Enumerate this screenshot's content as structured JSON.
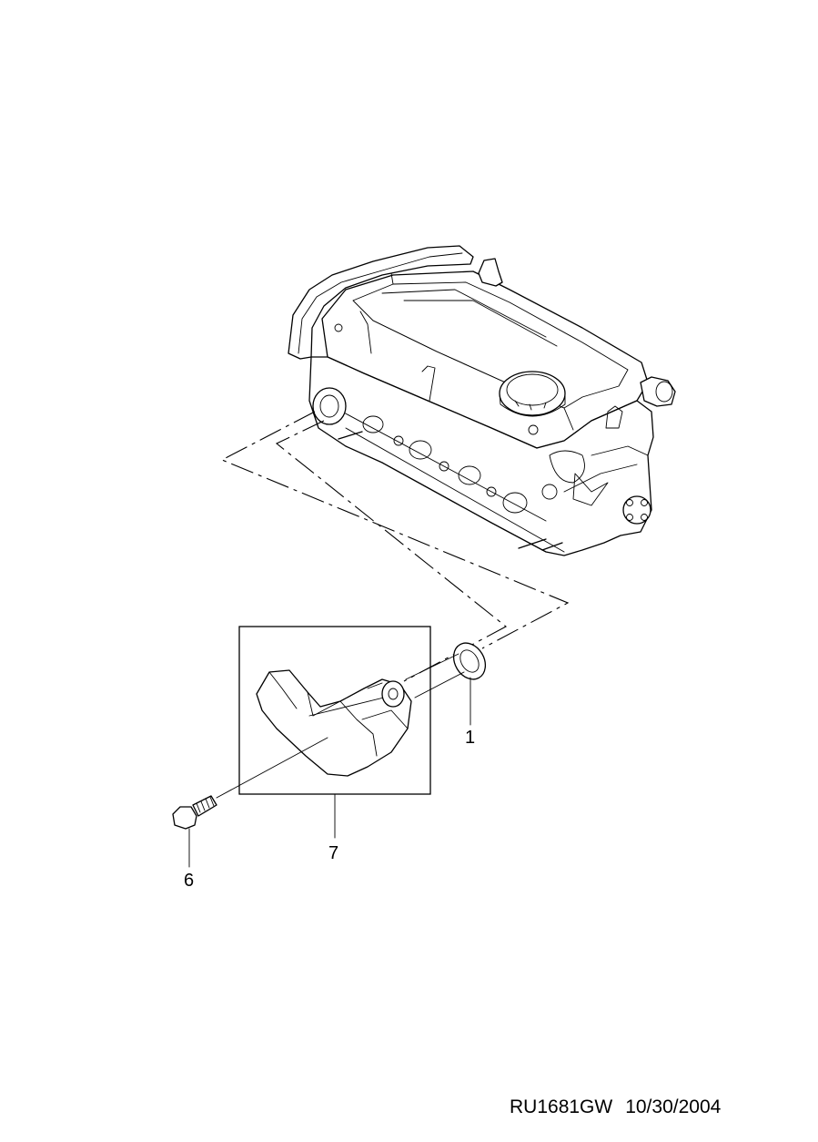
{
  "callouts": [
    {
      "id": "seal",
      "number": "1"
    },
    {
      "id": "bolt",
      "number": "6"
    },
    {
      "id": "housing",
      "number": "7"
    }
  ],
  "footer": {
    "drawing_code": "RU1681GW",
    "date": "10/30/2004"
  }
}
